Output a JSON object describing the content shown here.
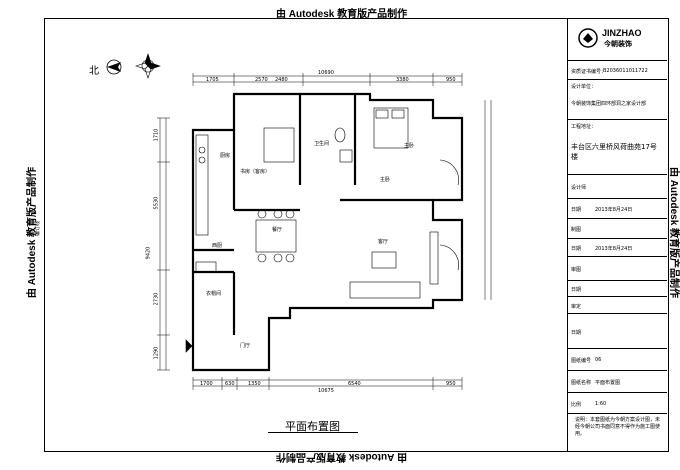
{
  "watermark": "由 Autodesk 教育版产品制作",
  "side_label": "编订线",
  "north_label": "北",
  "drawing_title": "平面布置图",
  "logo": {
    "name": "JINZHAO",
    "chinese": "今朝装饰"
  },
  "title_block": {
    "cert_label": "资质证书编号：",
    "cert_value": "B2036011011722",
    "designer_unit_label": "设计单位：",
    "designer_unit_value": "今朝装饰集团四环部洞之家设计部",
    "project_label": "工程地址：",
    "project_value": "丰台区六里桥风荷曲苑17号楼",
    "rows": [
      {
        "label": "设计师",
        "value": ""
      },
      {
        "label": "日期",
        "value": "2013年8月24日"
      },
      {
        "label": "制图",
        "value": ""
      },
      {
        "label": "日期",
        "value": "2013年8月24日"
      },
      {
        "label": "审图",
        "value": ""
      },
      {
        "label": "日期",
        "value": ""
      },
      {
        "label": "审定",
        "value": ""
      },
      {
        "label": "日期",
        "value": ""
      },
      {
        "label": "图纸编号",
        "value": "06"
      },
      {
        "label": "图纸名称",
        "value": "平面布置图"
      },
      {
        "label": "比例",
        "value": "1:60"
      }
    ],
    "notice_label": "说明：",
    "notice_text": "本套图纸为今朝方案设计图，未经今朝公司书面同意不得作为施工图使用。"
  },
  "dims_top": [
    "1705",
    "2570",
    "2480",
    "10690",
    "3380",
    "950"
  ],
  "dims_bottom": [
    "1700",
    "630",
    "1350",
    "10675",
    "6540",
    "950"
  ],
  "dims_left": [
    "1710",
    "5530",
    "9420",
    "2730",
    "1290"
  ],
  "rooms": {
    "kitchen": "厨房",
    "study": "书房（客房）",
    "bath": "卫生间",
    "bedroom": "主卧",
    "master": "主卧",
    "dining": "餐厅",
    "living": "客厅",
    "west_kitchen": "西厨",
    "laundry": "衣帽间",
    "entry": "门厅"
  }
}
